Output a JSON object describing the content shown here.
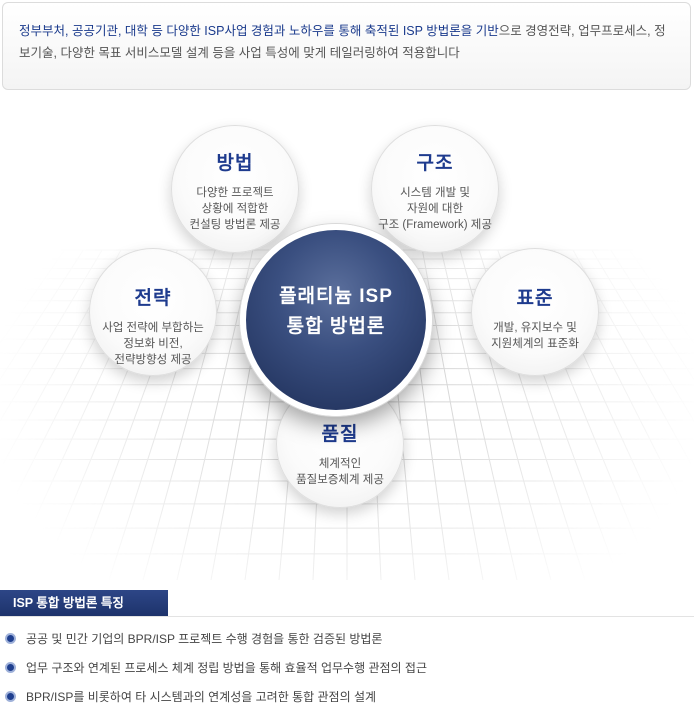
{
  "intro": {
    "highlight": "정부부처, 공공기관, 대학 등 다양한 ISP사업 경험과 노하우를 통해 축적된 ISP 방법론을 기반",
    "rest": "으로 경영전략, 업무프로세스, 정보기술, 다양한 목표 서비스모델 설계 등을 사업 특성에 맞게 테일러링하여 적용합니다"
  },
  "diagram": {
    "center": "플래티늄 ISP\n통합 방법론",
    "method": {
      "title": "방법",
      "desc": "다양한 프로젝트\n상황에 적합한\n컨설팅 방법론 제공"
    },
    "structure": {
      "title": "구조",
      "desc": "시스템 개발 및\n자원에 대한\n구조 (Framework) 제공"
    },
    "strategy": {
      "title": "전략",
      "desc": "사업 전략에 부합하는\n정보화 비전,\n전략방향성 제공"
    },
    "standard": {
      "title": "표준",
      "desc": "개발, 유지보수 및\n지원체계의 표준화"
    },
    "quality": {
      "title": "품질",
      "desc": "체계적인\n품질보증체계 제공"
    }
  },
  "features": {
    "heading": "ISP 통합 방법론 특징",
    "items": [
      "공공 및 민간 기업의 BPR/ISP 프로젝트 수행 경험을 통한 검증된 방법론",
      "업무 구조와 연계된 프로세스 체계 정립 방법을 통해 효율적 업무수행 관점의 접근",
      "BPR/ISP를 비롯하여 타 시스템과의 연계성을 고려한 통합 관점의 설계"
    ]
  },
  "colors": {
    "brand_navy": "#1e3b8e",
    "center_fill": "#2b3d6e"
  }
}
